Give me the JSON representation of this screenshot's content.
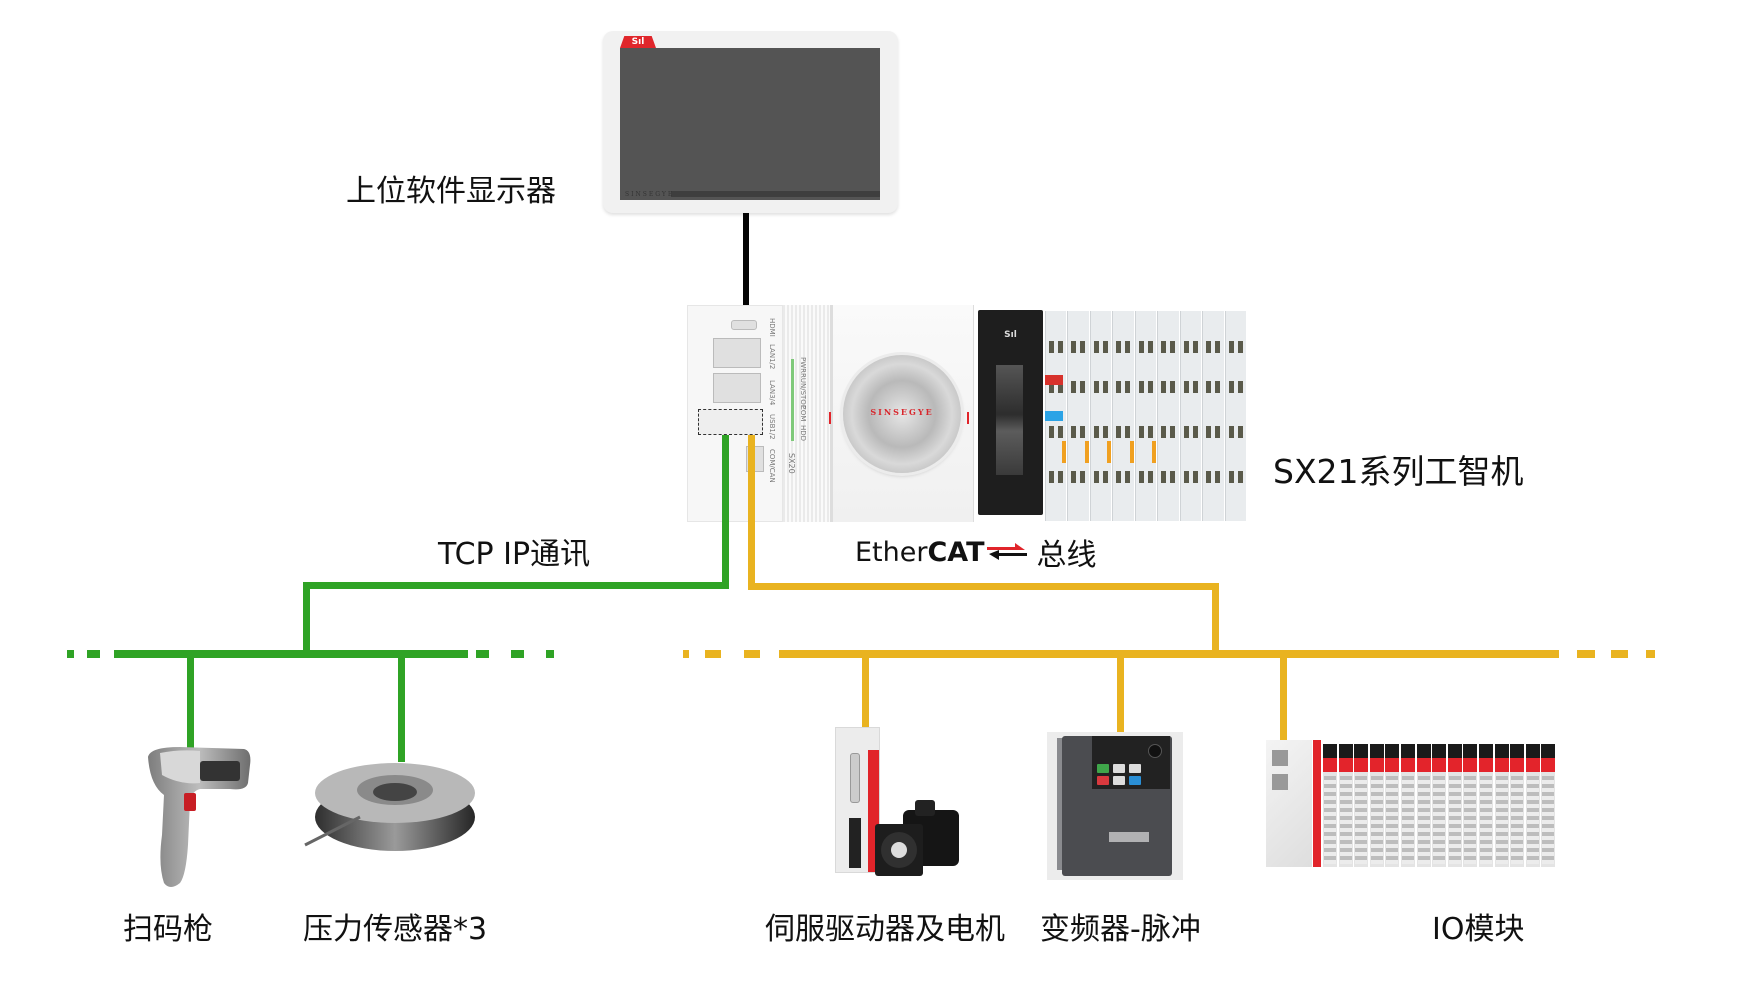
{
  "labels": {
    "monitor": "上位软件显示器",
    "controller": "SX21系列工智机",
    "tcp": "TCP IP通讯",
    "ethercat_word_light": "Ether",
    "ethercat_word_bold": "CAT",
    "ethercat_suffix": "总线",
    "scanner": "扫码枪",
    "pressure_sensor": "压力传感器*3",
    "servo": "伺服驱动器及电机",
    "vfd": "变频器-脉冲",
    "io": "IO模块"
  },
  "brand": {
    "name": "SINSEGYE",
    "logo_mark": "Sıl",
    "accent": "#e1242a"
  },
  "controller_ports": [
    "HDMI",
    "LAN1/2",
    "LAN3/4",
    "USB1/2",
    "COM/CAN"
  ],
  "controller_leds": [
    "PWR",
    "RUN/STOP",
    "COM",
    "HDD"
  ],
  "controller_model": "SX20",
  "network": {
    "tcp_ip": {
      "color": "#2fa325",
      "devices": [
        "扫码枪",
        "压力传感器*3"
      ]
    },
    "ethercat": {
      "color": "#e9b320",
      "devices": [
        "伺服驱动器及电机",
        "变频器-脉冲",
        "IO模块"
      ]
    },
    "display_link": {
      "color": "#050505"
    }
  },
  "icons": {
    "ethercat_arrows": "ethercat-arrows-icon"
  }
}
